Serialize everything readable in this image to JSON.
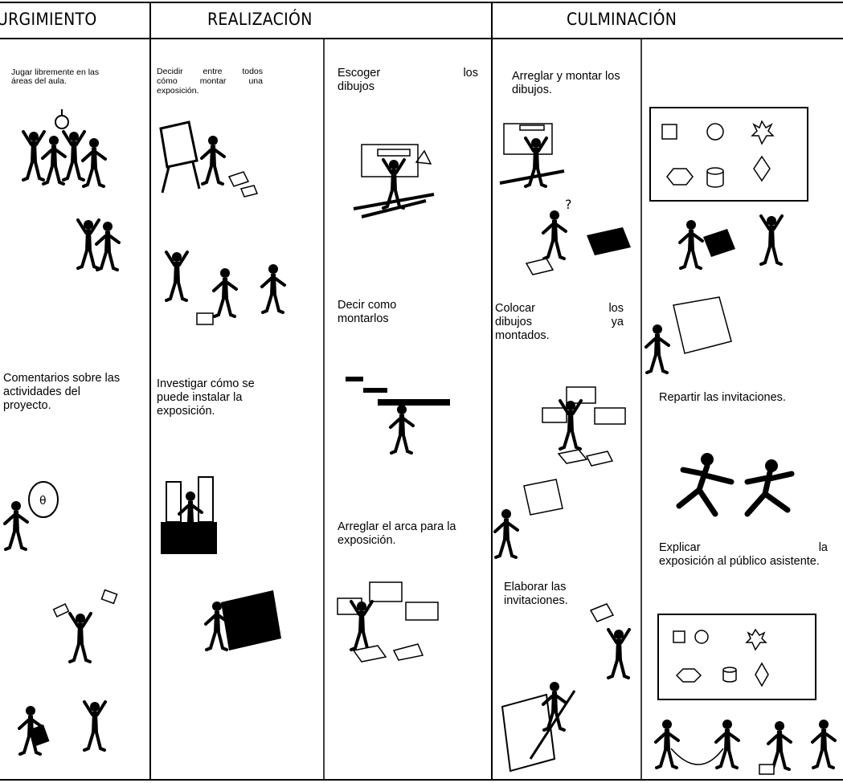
{
  "headers": {
    "surgimiento": "URGIMIENTO",
    "realizacion": "REALIZACIÓN",
    "culminacion": "CULMINACIÓN"
  },
  "col1": {
    "t1": "Jugar libremente en las áreas del aula.",
    "t2": "Comentarios sobre las actividades del proyecto."
  },
  "col2": {
    "t1a": "Decidir",
    "t1b": "entre",
    "t1c": "todos",
    "t1d": "cómo",
    "t1e": "montar",
    "t1f": "una",
    "t1g": "exposición.",
    "t2": "Investigar cómo se puede instalar la exposición."
  },
  "col3": {
    "t1a": "Escoger",
    "t1b": "los",
    "t1c": "dibujos",
    "t2": "Decir como montarlos",
    "t3": "Arreglar el arca para la exposición."
  },
  "col4": {
    "t1": "Arreglar y montar los dibujos.",
    "t2a": "Colocar",
    "t2b": "los",
    "t2c": "dibujos",
    "t2d": "ya",
    "t2e": "montados.",
    "t3": "Elaborar las invitaciones."
  },
  "col5": {
    "t1": "Repartir las invitaciones.",
    "t2a": "Explicar",
    "t2b": "la",
    "t2c": "exposición al público asistente."
  }
}
